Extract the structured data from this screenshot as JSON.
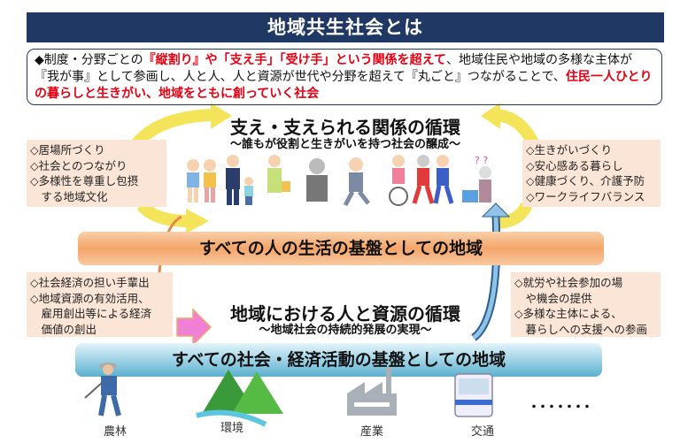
{
  "title": "地域共生社会とは",
  "description": {
    "lead": "◆制度・分野ごとの",
    "red1": "『縦割り』や「支え手」「受け手」という関係を超えて",
    "mid": "、地域住民や地域の多様な主体が『我が事』として参画し、人と人、人と資源が世代や分野を超えて『丸ごと』つながることで、",
    "red2": "住民一人ひとりの暮らしと生きがい、地域をともに創っていく社会"
  },
  "upper_cycle": {
    "title": "支え・支えられる関係の循環",
    "subtitle": "～誰もが役割と生きがいを持つ社会の醸成～",
    "left_items": [
      "◇居場所づくり",
      "◇社会とのつながり",
      "◇多様性を尊重し包摂",
      "　する地域文化"
    ],
    "right_items": [
      "◇生きがいづくり",
      "◇安心感ある暮らし",
      "◇健康づくり、介護予防",
      "◇ワークライフバランス"
    ]
  },
  "band_life": "すべての人の生活の基盤としての地域",
  "lower_cycle": {
    "title": "地域における人と資源の循環",
    "subtitle": "～地域社会の持続的発展の実現～",
    "left_items": [
      "◇社会経済の担い手輩出",
      "◇地域資源の有効活用、",
      "　雇用創出等による経済",
      "　価値の創出"
    ],
    "right_items": [
      "◇就労や社会参加の場",
      "　や機会の提供",
      "◇多様な主体による、",
      "　暮らしへの支援への参画"
    ]
  },
  "band_economy": "すべての社会・経済活動の基盤としての地域",
  "sectors": [
    "農林",
    "環境",
    "産業",
    "交通"
  ],
  "ellipsis": "・・・・・・・",
  "colors": {
    "navy": "#1f3864",
    "red": "#e60012",
    "peach": "#fbe5d6",
    "yellow": "#f3e45a",
    "orange": "#f4a56a",
    "blue": "#5bb0cf",
    "pink": "#f07fd6"
  }
}
